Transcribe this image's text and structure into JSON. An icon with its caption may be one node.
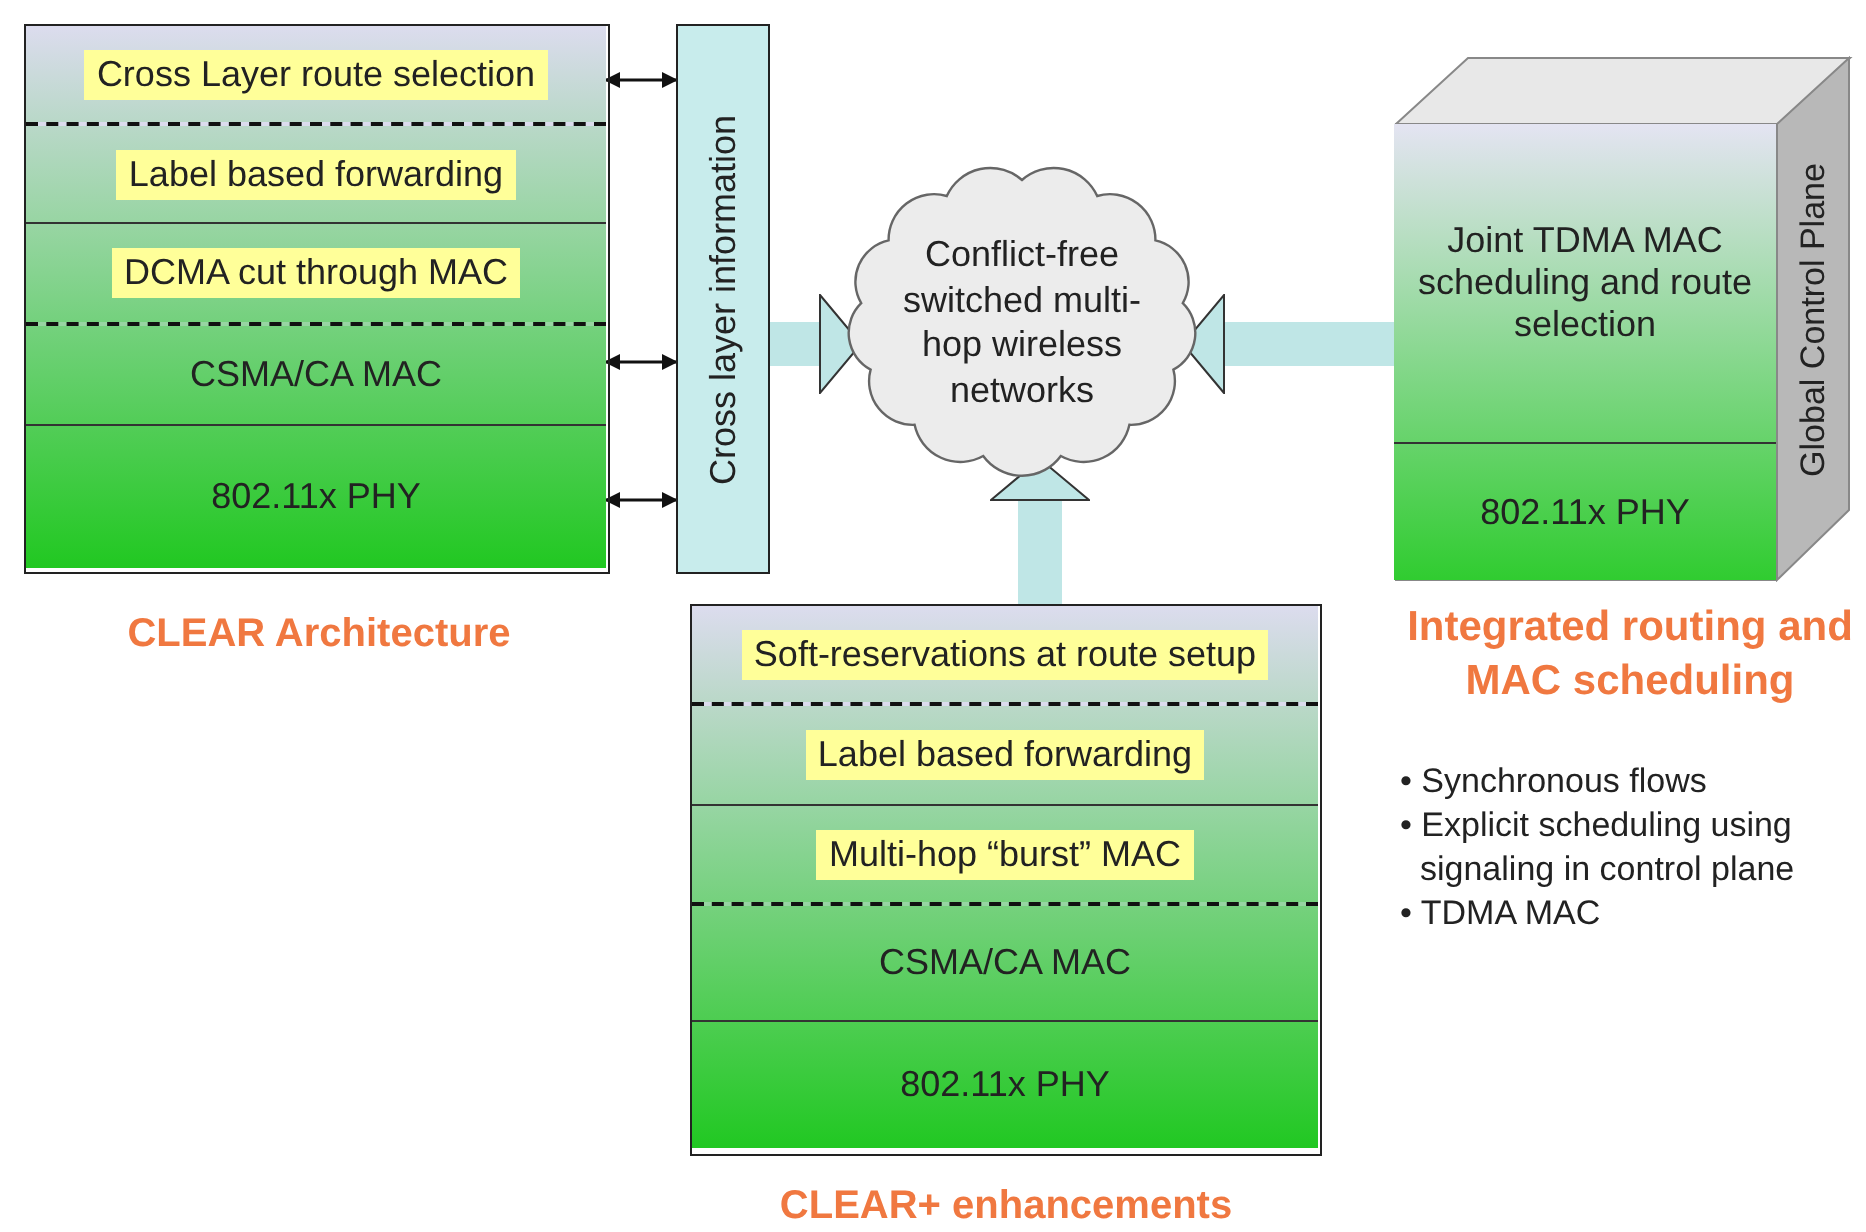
{
  "diagram": {
    "nodes": [
      {
        "text": [
          "CLEAR Architecture"
        ]
      },
      {
        "text": [
          "Cross Layer route selection"
        ],
        "in": 0
      },
      {
        "text": [
          "Label based forwarding"
        ],
        "in": 0
      },
      {
        "text": [
          "DCMA cut through MAC"
        ],
        "in": 0
      },
      {
        "text": [
          "CSMA/CA MAC"
        ],
        "in": 0
      },
      {
        "text": [
          "802.11x PHY"
        ],
        "in": 0
      },
      {
        "text": [
          "Cross layer information"
        ]
      },
      {
        "text": [
          "Conflict-free switched multi-hop wireless networks"
        ]
      },
      {
        "text": [
          "Integrated routing and MAC scheduling"
        ]
      },
      {
        "text": [
          "Joint TDMA MAC scheduling and route selection"
        ],
        "in": 8
      },
      {
        "text": [
          "802.11x PHY"
        ],
        "in": 8
      },
      {
        "text": [
          "Global Control Plane"
        ]
      },
      {
        "text": [
          "CLEAR+ enhancements"
        ]
      },
      {
        "text": [
          "Soft-reservations at route setup"
        ],
        "in": 12
      },
      {
        "text": [
          "Label based forwarding"
        ],
        "in": 12
      },
      {
        "text": [
          "Multi-hop “burst” MAC"
        ],
        "in": 12
      },
      {
        "text": [
          "CSMA/CA MAC"
        ],
        "in": 12
      },
      {
        "text": [
          "802.11x PHY"
        ],
        "in": 12
      }
    ],
    "edges": [
      {
        "from": 1,
        "to": 6,
        "arrow": "both"
      },
      {
        "from": 4,
        "to": 6,
        "arrow": "both"
      },
      {
        "from": 5,
        "to": 6,
        "arrow": "both"
      },
      {
        "from": 6,
        "to": 7,
        "arrow": "to",
        "style": "thick",
        "color": "#bfe6e6"
      },
      {
        "from": 8,
        "to": 7,
        "arrow": "to",
        "style": "thick",
        "color": "#bfe6e6"
      },
      {
        "from": 12,
        "to": 7,
        "arrow": "to",
        "style": "thick",
        "color": "#bfe6e6"
      }
    ],
    "labels": [
      "• Synchronous flows",
      "• Explicit scheduling using signaling in control plane",
      "• TDMA MAC"
    ]
  }
}
